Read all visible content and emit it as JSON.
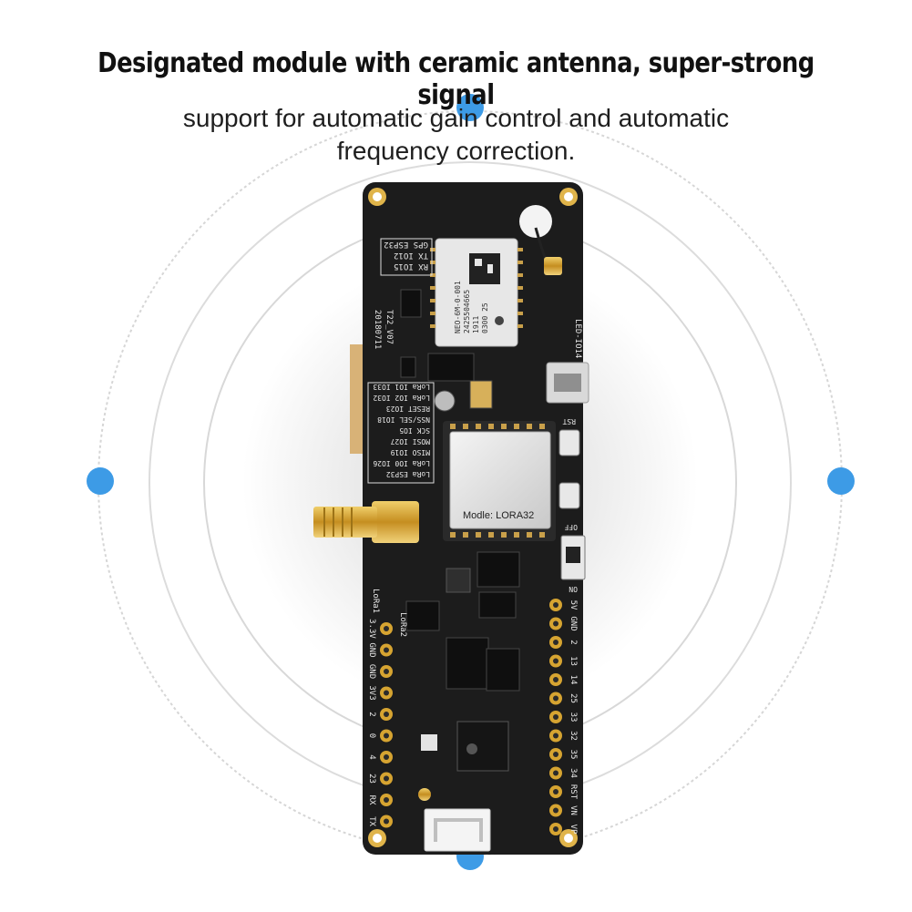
{
  "headline": "Designated module with ceramic antenna, super-strong signal",
  "subheadline": "support for automatic gain control and automatic frequency correction.",
  "board": {
    "module_label": "Modle: LORA32",
    "gps_module_lines": [
      "NEO-6M-0-001",
      "2425504665",
      "1911",
      "0300 25"
    ],
    "board_version": "T22_V07",
    "board_date": "20180711",
    "gps_pin_table": [
      "RX  IO15",
      "TX  IO12",
      "GPS  ESP32"
    ],
    "lora_pin_table": [
      "LoRa  ESP32",
      "LoRa IO0 IO26",
      "MISO  IO19",
      "MOSI  IO27",
      "SCK  IO5",
      "NSS/SEL IO18",
      "RESET  IO23",
      "LoRa IO2 IO32",
      "LoRa IO1 IO33"
    ],
    "left_pin_labels": [
      "3.3V",
      "GND",
      "GND",
      "3V3",
      "2",
      "0",
      "4",
      "23",
      "RX",
      "TX"
    ],
    "right_pin_labels": [
      "5V",
      "GND",
      "2",
      "13",
      "14",
      "25",
      "33",
      "32",
      "35",
      "34",
      "RST",
      "VN",
      "VP"
    ],
    "labels": {
      "led": "LED-IO14",
      "rst": "RST",
      "off": "OFF",
      "on": "ON",
      "lora1": "LoRa1",
      "lora2": "LoRa2"
    }
  },
  "colors": {
    "accent_dot": "#3d9be6",
    "pcb": "#1c1c1c",
    "gold": "#d6a431"
  }
}
